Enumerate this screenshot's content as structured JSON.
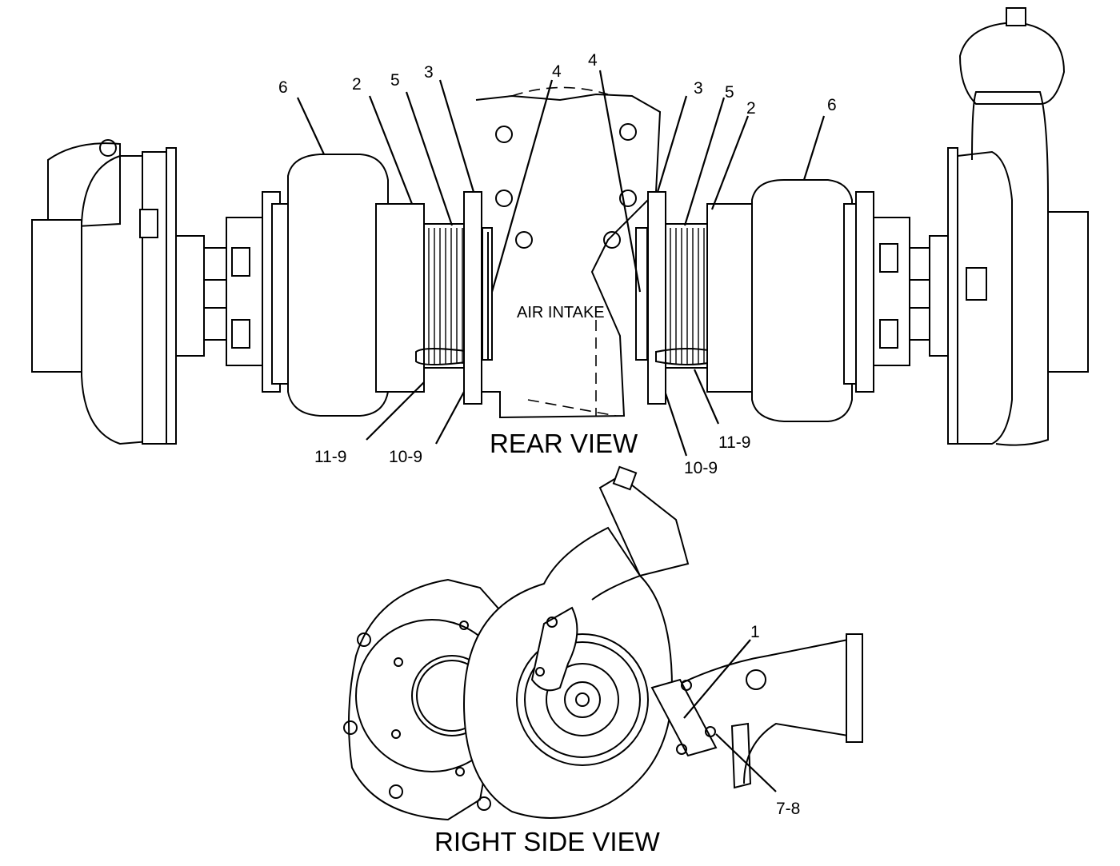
{
  "views": {
    "rear": "REAR VIEW",
    "side": "RIGHT SIDE VIEW",
    "air_intake": "AIR INTAKE"
  },
  "callouts": {
    "left_6": "6",
    "left_2": "2",
    "left_5": "5",
    "left_3": "3",
    "left_4": "4",
    "left_11_9": "11-9",
    "left_10_9": "10-9",
    "right_4": "4",
    "right_3": "3",
    "right_5": "5",
    "right_2": "2",
    "right_6": "6",
    "right_11_9": "11-9",
    "right_10_9": "10-9",
    "side_1": "1",
    "side_7_8": "7-8"
  }
}
